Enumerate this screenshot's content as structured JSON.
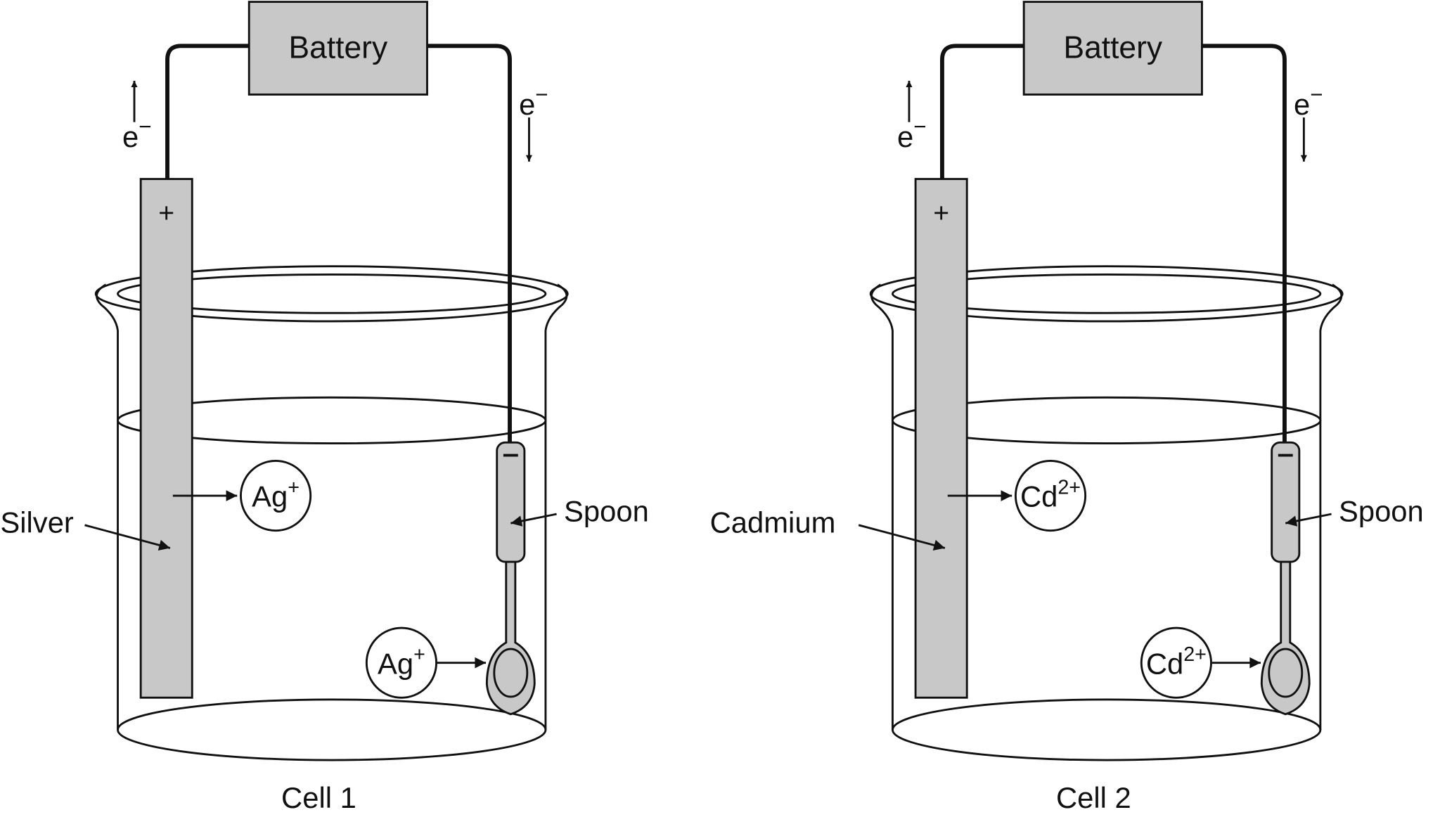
{
  "colors": {
    "metal": "#c8c8c8",
    "line": "#111111",
    "background": "#ffffff"
  },
  "cells": [
    {
      "caption": "Cell 1",
      "battery_label": "Battery",
      "electron_label": "e",
      "electron_sup": "−",
      "anode_sign": "+",
      "cathode_sign": "−",
      "anode_label": "Silver",
      "spoon_label": "Spoon",
      "ion_base": "Ag",
      "ion_charge": "+"
    },
    {
      "caption": "Cell 2",
      "battery_label": "Battery",
      "electron_label": "e",
      "electron_sup": "−",
      "anode_sign": "+",
      "cathode_sign": "−",
      "anode_label": "Cadmium",
      "spoon_label": "Spoon",
      "ion_base": "Cd",
      "ion_charge": "2+"
    }
  ]
}
